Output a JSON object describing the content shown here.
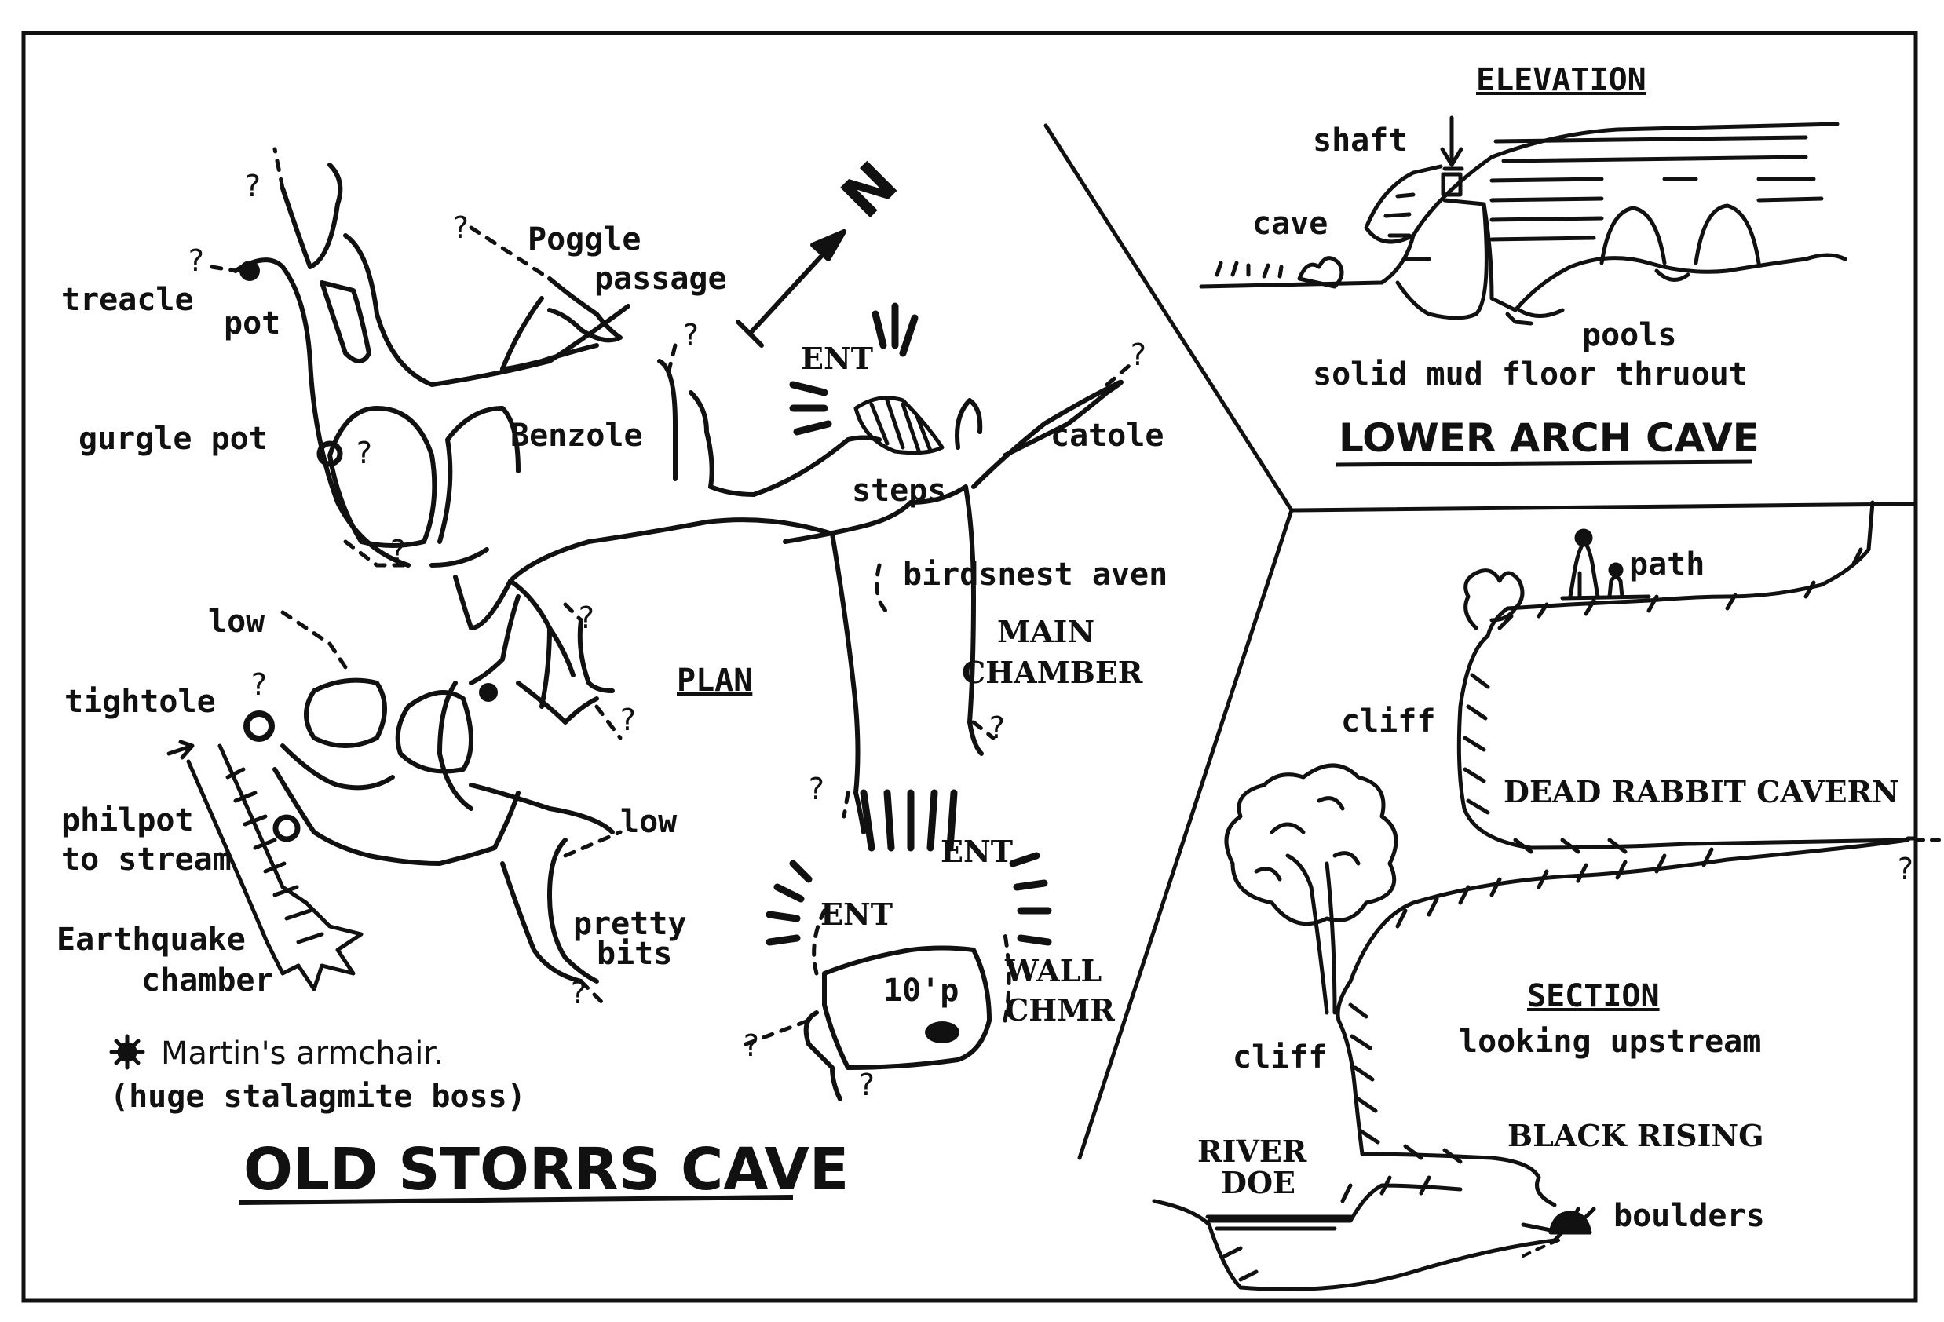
{
  "plan": {
    "title": "OLD STORRS CAVE",
    "heading": "PLAN",
    "labels": {
      "treacle": "treacle",
      "pot": "pot",
      "gurgle_pot": "gurgle pot",
      "poggle": "Poggle",
      "passage": "passage",
      "benzole": "Benzole",
      "ent_top": "ENT",
      "steps": "steps",
      "catole": "catole",
      "birdsnest": "birdsnest aven",
      "main": "MAIN",
      "chamber": "CHAMBER",
      "low_upper": "low",
      "tightole": "tightole",
      "philpot": "philpot",
      "to_stream": "to stream",
      "earthquake": "Earthquake",
      "eq_chamber": "chamber",
      "low_lower": "low",
      "pretty": "pretty",
      "bits": "bits",
      "ent_mid": "ENT",
      "ent_left": "ENT",
      "ten_p": "10'p",
      "wall": "WALL",
      "chmr": "CHMR"
    },
    "legend": {
      "line1": "Martin's armchair.",
      "line2": "(huge stalagmite boss)"
    },
    "north": "N",
    "unknown": "?"
  },
  "elevation": {
    "heading": "ELEVATION",
    "shaft": "shaft",
    "cave": "cave",
    "pools": "pools",
    "floor": "solid mud floor thruout",
    "title": "LOWER ARCH CAVE"
  },
  "section": {
    "path": "path",
    "cliff_upper": "cliff",
    "cavern": "DEAD RABBIT CAVERN",
    "heading": "SECTION",
    "subheading": "looking upstream",
    "cliff_lower": "cliff",
    "river1": "RIVER",
    "river2": "DOE",
    "rising": "BLACK RISING",
    "boulders": "boulders",
    "unknown": "?"
  },
  "colors": {
    "ink": "#111111",
    "paper": "#ffffff"
  }
}
